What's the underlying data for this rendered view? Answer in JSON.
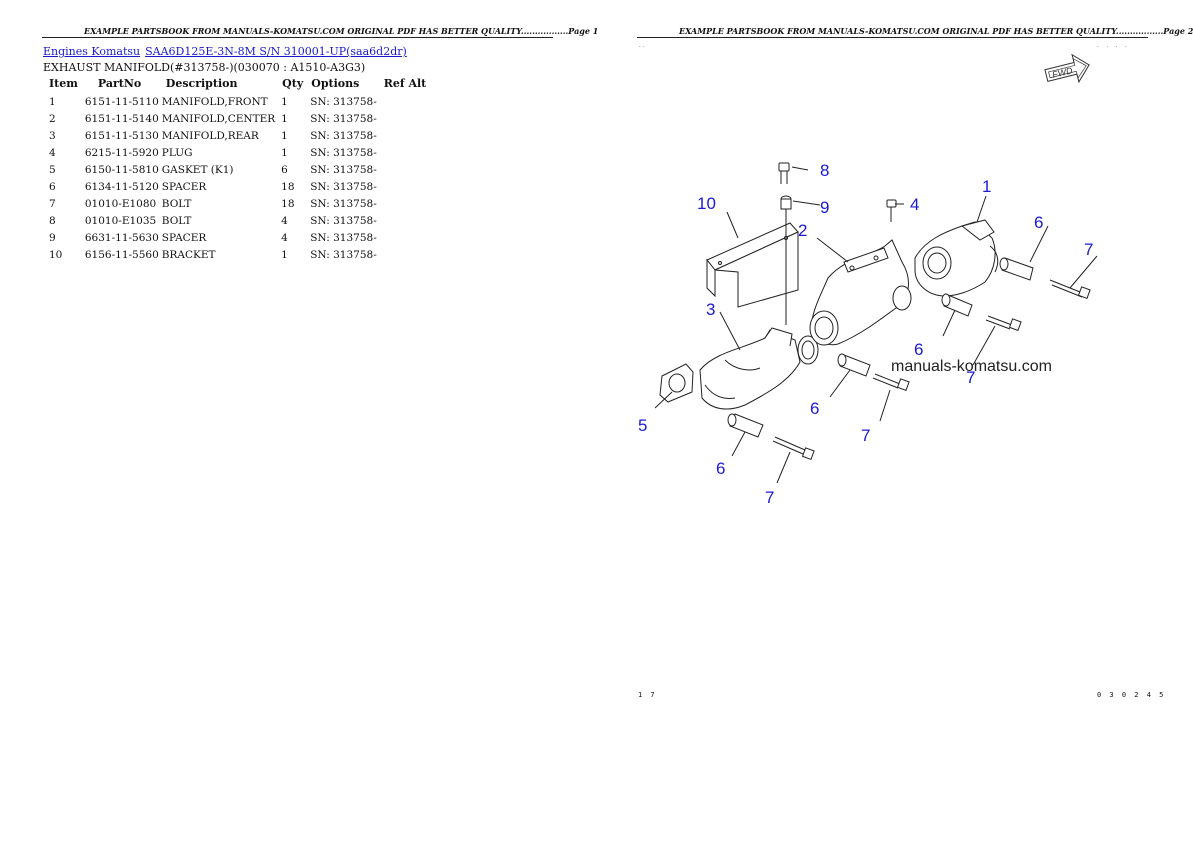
{
  "page1": {
    "header": "EXAMPLE PARTSBOOK FROM MANUALS-KOMATSU.COM ORIGINAL PDF HAS BETTER QUALITY.................Page 1",
    "breadcrumb": {
      "link1": "Engines Komatsu",
      "link2": "SAA6D125E-3N-8M S/N  310001-UP(saa6d2dr)"
    },
    "subtitle": "EXHAUST MANIFOLD(#313758-)(030070 : A1510-A3G3)",
    "table": {
      "headers": {
        "item": "Item",
        "partno": "PartNo",
        "description": "Description",
        "qty": "Qty",
        "options": "Options",
        "refalt": "Ref Alt"
      },
      "rows": [
        {
          "item": "1",
          "partno": "6151-11-5110",
          "description": "MANIFOLD,FRONT",
          "qty": "1",
          "options": "SN: 313758-"
        },
        {
          "item": "2",
          "partno": "6151-11-5140",
          "description": "MANIFOLD,CENTER",
          "qty": "1",
          "options": "SN: 313758-"
        },
        {
          "item": "3",
          "partno": "6151-11-5130",
          "description": "MANIFOLD,REAR",
          "qty": "1",
          "options": "SN: 313758-"
        },
        {
          "item": "4",
          "partno": "6215-11-5920",
          "description": "PLUG",
          "qty": "1",
          "options": "SN: 313758-"
        },
        {
          "item": "5",
          "partno": "6150-11-5810",
          "description": "GASKET (K1)",
          "qty": "6",
          "options": "SN: 313758-"
        },
        {
          "item": "6",
          "partno": "6134-11-5120",
          "description": "SPACER",
          "qty": "18",
          "options": "SN: 313758-"
        },
        {
          "item": "7",
          "partno": "01010-E1080",
          "description": "BOLT",
          "qty": "18",
          "options": "SN: 313758-"
        },
        {
          "item": "8",
          "partno": "01010-E1035",
          "description": "BOLT",
          "qty": "4",
          "options": "SN: 313758-"
        },
        {
          "item": "9",
          "partno": "6631-11-5630",
          "description": "SPACER",
          "qty": "4",
          "options": "SN: 313758-"
        },
        {
          "item": "10",
          "partno": "6156-11-5560",
          "description": "BRACKET",
          "qty": "1",
          "options": "SN: 313758-"
        }
      ]
    }
  },
  "page2": {
    "header": "EXAMPLE PARTSBOOK FROM MANUALS-KOMATSU.COM ORIGINAL PDF HAS BETTER QUALITY.................Page 2",
    "diagram": {
      "fwd_label": "FWD",
      "watermark": "manuals-komatsu.com",
      "callouts": {
        "c1": "1",
        "c2": "2",
        "c3": "3",
        "c4": "4",
        "c5": "5",
        "c6a": "6",
        "c6b": "6",
        "c6c": "6",
        "c6d": "6",
        "c7a": "7",
        "c7b": "7",
        "c7c": "7",
        "c7d": "7",
        "c8": "8",
        "c9": "9",
        "c10": "10"
      },
      "callout_color": "#1a1ad6"
    },
    "footer_left": "1 7",
    "footer_right": "0 3 0 2 4 5"
  }
}
